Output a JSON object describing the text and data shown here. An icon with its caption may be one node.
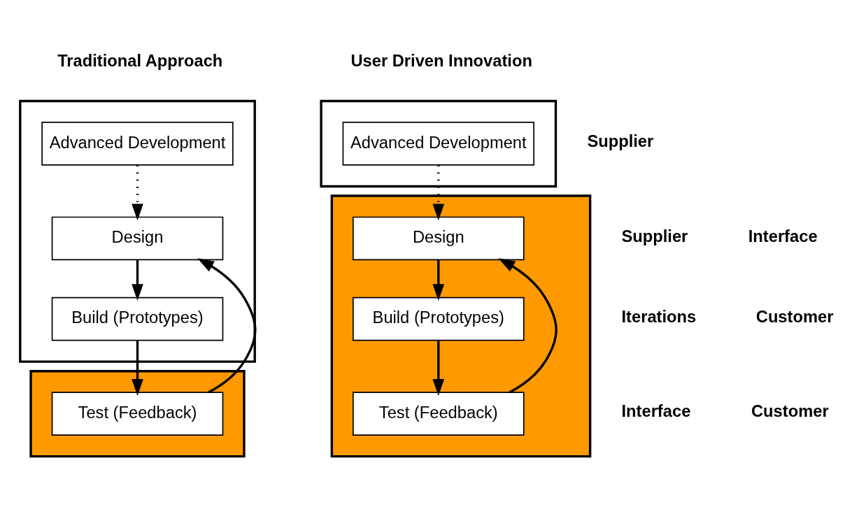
{
  "diagram": {
    "nodes": [
      {
        "text": [],
        "shape": "box"
      },
      {
        "text": [
          "Advanced Development"
        ],
        "in": 0
      },
      {
        "text": [
          "Design"
        ],
        "in": 0
      },
      {
        "text": [
          "Build (Prototypes)"
        ],
        "in": 0
      },
      {
        "text": [],
        "shape": "box"
      },
      {
        "text": [
          "Test (Feedback)"
        ],
        "in": 4
      },
      {
        "text": [],
        "shape": "box"
      },
      {
        "text": [
          "Advanced Development"
        ],
        "in": 6
      },
      {
        "text": [],
        "shape": "box"
      },
      {
        "text": [
          "Design"
        ],
        "in": 8
      },
      {
        "text": [
          "Build (Prototypes)"
        ],
        "in": 8
      },
      {
        "text": [
          "Test (Feedback)"
        ],
        "in": 8
      }
    ],
    "edges": [
      {
        "from": 1,
        "to": 2,
        "arrow": "to",
        "style": "dashed"
      },
      {
        "from": 2,
        "to": 3,
        "arrow": "to"
      },
      {
        "from": 3,
        "to": 5,
        "arrow": "to"
      },
      {
        "from": 5,
        "to": 2,
        "arrow": "to"
      },
      {
        "from": 7,
        "to": 9,
        "arrow": "to",
        "style": "dashed"
      },
      {
        "from": 9,
        "to": 10,
        "arrow": "to"
      },
      {
        "from": 10,
        "to": 11,
        "arrow": "to"
      },
      {
        "from": 11,
        "to": 9,
        "arrow": "to"
      }
    ],
    "labels": [
      "Traditional Approach",
      "User Driven Innovation",
      "Supplier",
      "Supplier",
      "Interface",
      "Iterations",
      "Customer",
      "Interface",
      "Customer"
    ]
  }
}
